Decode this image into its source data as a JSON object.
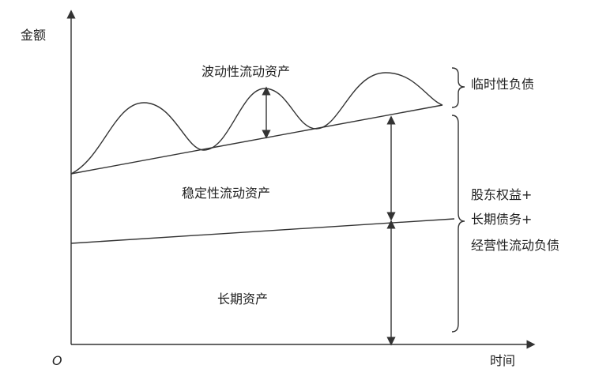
{
  "axes": {
    "y_label": "金额",
    "x_label": "时间",
    "origin": "O"
  },
  "regions": {
    "fluctuating": "波动性流动资产",
    "stable": "稳定性流动资产",
    "long_term": "长期资产"
  },
  "financing": {
    "temporary": "临时性负债",
    "permanent_lines": [
      "股东权益+",
      "长期债务+",
      "经营性流动负债"
    ]
  }
}
